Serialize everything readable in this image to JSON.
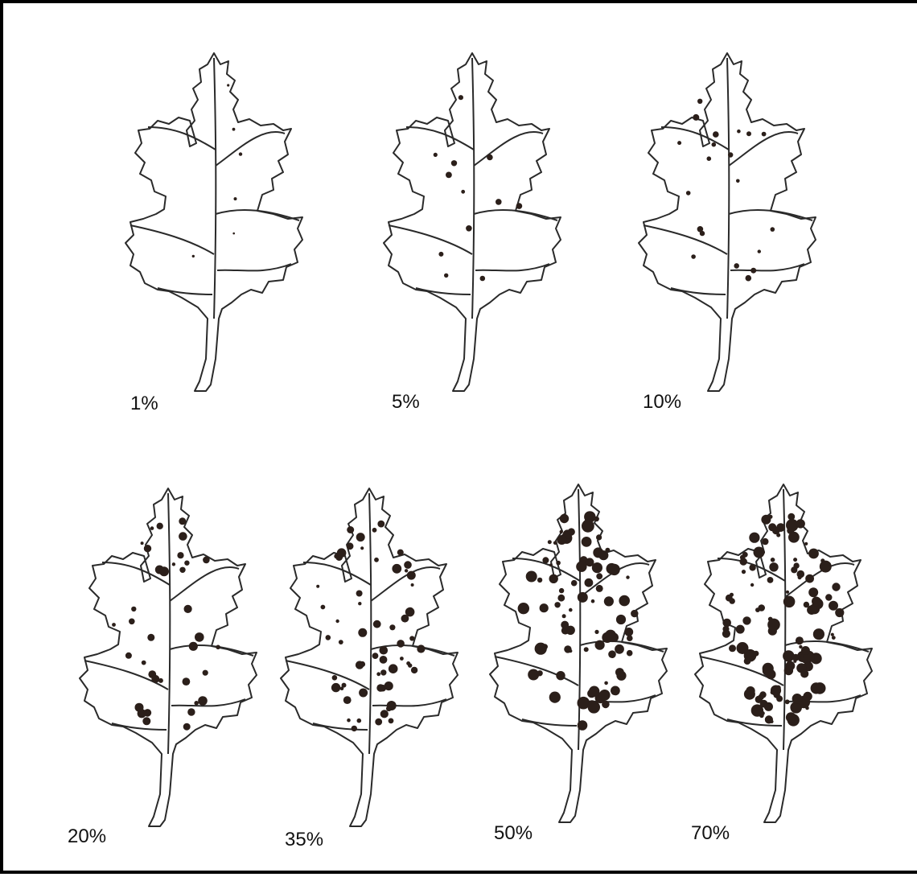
{
  "figure": {
    "description_type": "leaf disease severity scale",
    "line_color": "#2a2a2a",
    "spot_color": "#2b1f1a",
    "background": "#ffffff",
    "leaves": [
      {
        "label": "1%",
        "severity_percent": 1,
        "row": "top"
      },
      {
        "label": "5%",
        "severity_percent": 5,
        "row": "top"
      },
      {
        "label": "10%",
        "severity_percent": 10,
        "row": "top"
      },
      {
        "label": "20%",
        "severity_percent": 20,
        "row": "bottom"
      },
      {
        "label": "35%",
        "severity_percent": 35,
        "row": "bottom"
      },
      {
        "label": "50%",
        "severity_percent": 50,
        "row": "bottom"
      },
      {
        "label": "70%",
        "severity_percent": 70,
        "row": "bottom"
      }
    ]
  }
}
